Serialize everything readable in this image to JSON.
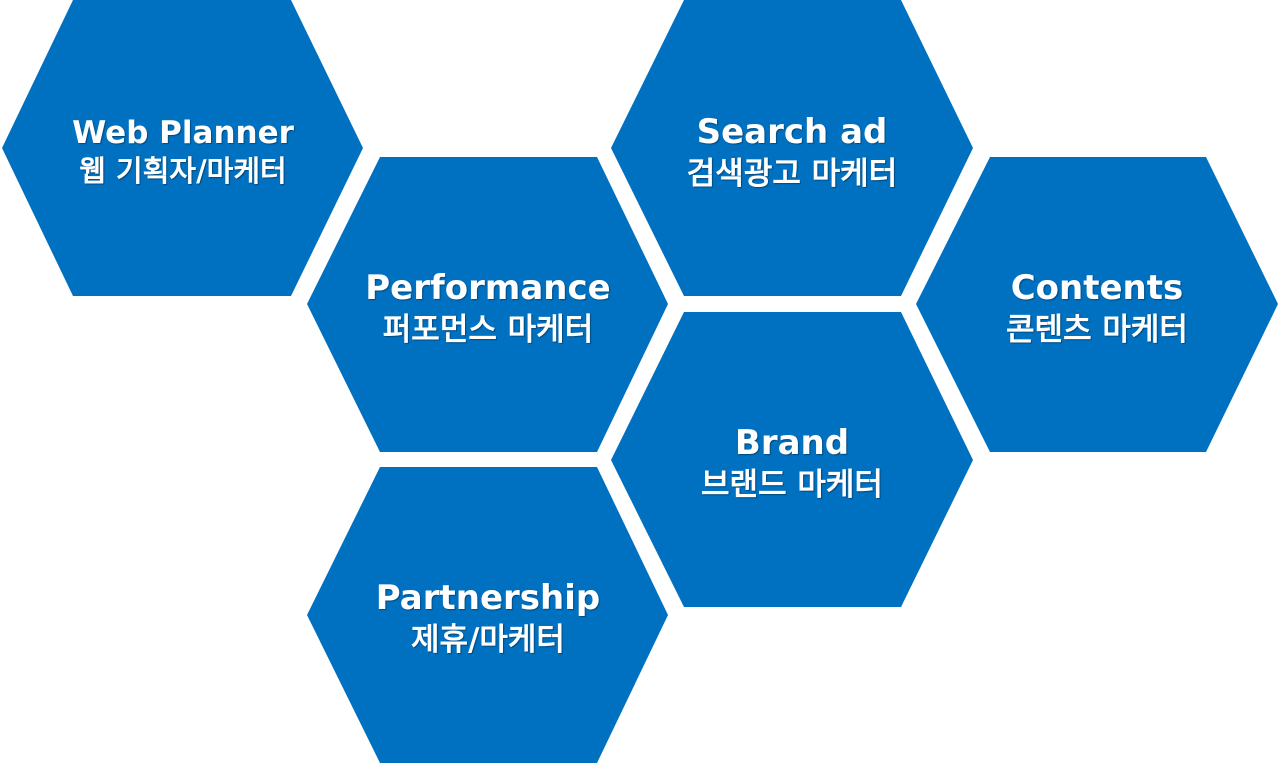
{
  "colors": {
    "hex_fill": "#0070C0",
    "text": "#FFFFFF",
    "background": "#FFFFFF"
  },
  "hexagons": [
    {
      "id": "web-planner",
      "title": "Web Planner",
      "subtitle": "웹 기획자/마케터"
    },
    {
      "id": "performance",
      "title": "Performance",
      "subtitle": "퍼포먼스 마케터"
    },
    {
      "id": "search-ad",
      "title": "Search ad",
      "subtitle": "검색광고 마케터"
    },
    {
      "id": "contents",
      "title": "Contents",
      "subtitle": "콘텐츠 마케터"
    },
    {
      "id": "brand",
      "title": "Brand",
      "subtitle": "브랜드 마케터"
    },
    {
      "id": "partnership",
      "title": "Partnership",
      "subtitle": "제휴/마케터"
    }
  ]
}
